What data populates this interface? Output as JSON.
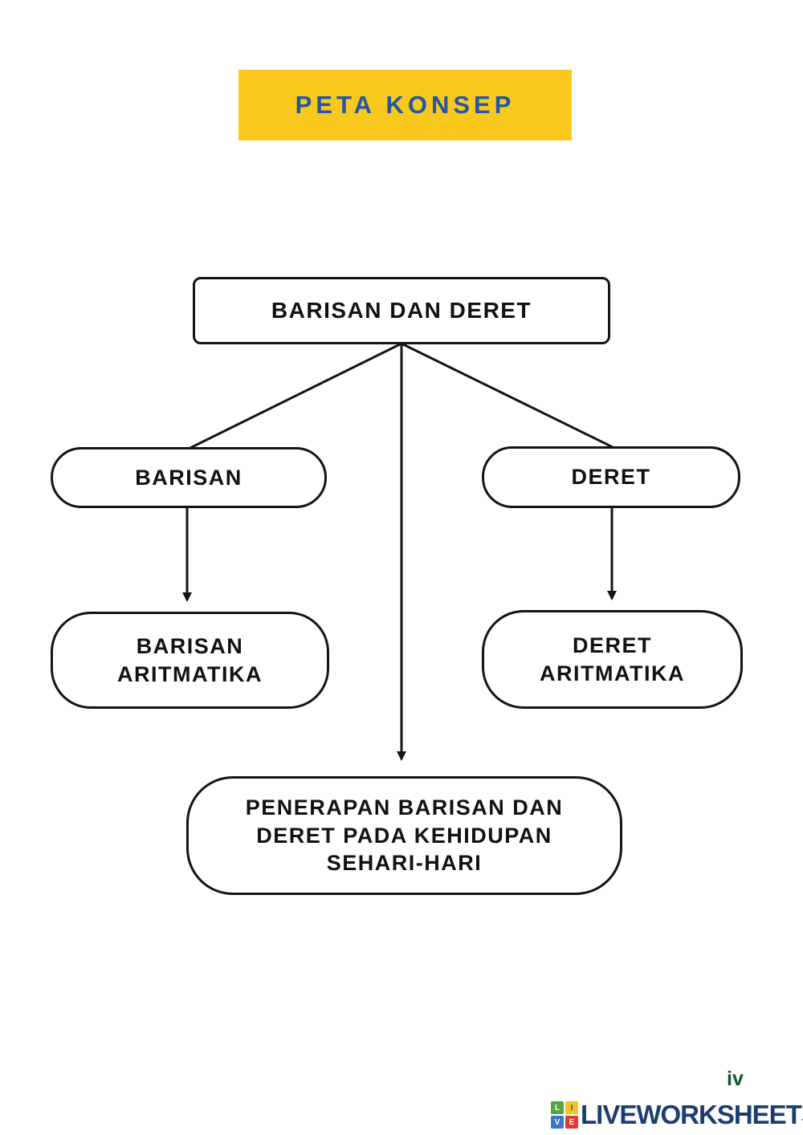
{
  "header": {
    "title": "PETA KONSEP",
    "bg_color": "#F8C91C",
    "text_color": "#2356A5"
  },
  "diagram": {
    "root": {
      "label": "BARISAN DAN DERET"
    },
    "barisan": {
      "label": "BARISAN"
    },
    "deret": {
      "label": "DERET"
    },
    "barisan_aritmatika": {
      "label": "BARISAN ARITMATIKA",
      "lines": [
        "BARISAN",
        "ARITMATIKA"
      ]
    },
    "deret_aritmatika": {
      "label": "DERET ARITMATIKA",
      "lines": [
        "DERET",
        "ARITMATIKA"
      ]
    },
    "penerapan": {
      "label": "PENERAPAN BARISAN DAN DERET PADA KEHIDUPAN SEHARI-HARI",
      "lines": [
        "PENERAPAN BARISAN DAN",
        "DERET PADA KEHIDUPAN",
        "SEHARI-HARI"
      ]
    },
    "line_color": "#141414"
  },
  "footer": {
    "page_number": "iv",
    "page_number_color": "#14532D",
    "logo_text": "LIVEWORKSHEETS",
    "logo_text_color": "#1C3E6E",
    "logo_squares": [
      {
        "letter": "L",
        "color": "#55A546"
      },
      {
        "letter": "I",
        "color": "#F6C51D"
      },
      {
        "letter": "V",
        "color": "#3A77C8"
      },
      {
        "letter": "E",
        "color": "#E2392F"
      }
    ]
  }
}
